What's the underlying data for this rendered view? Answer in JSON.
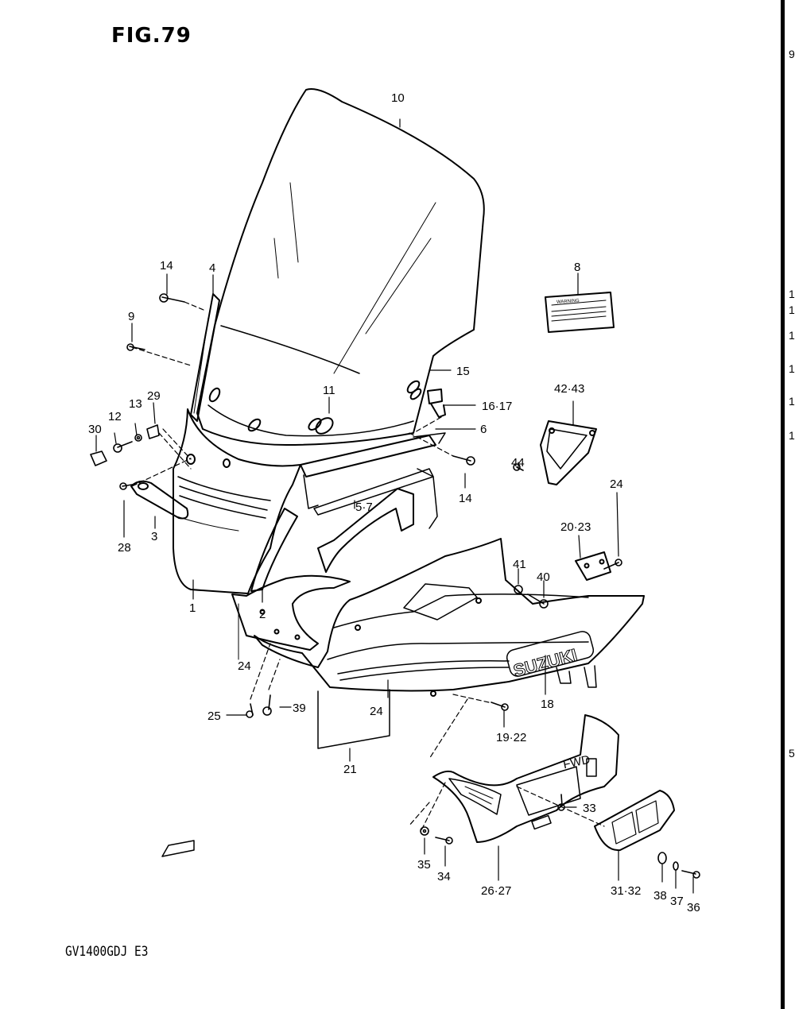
{
  "figure": {
    "title": "FIG.79",
    "model_code": "GV1400GDJ E3",
    "fwd_label": "FWD",
    "logo_text": "SUZUKI",
    "warning_label_text": "WARNING"
  },
  "callouts": [
    "10",
    "14",
    "4",
    "9",
    "8",
    "15",
    "11",
    "16·17",
    "6",
    "42·43",
    "13",
    "29",
    "12",
    "30",
    "44",
    "14",
    "24",
    "20·23",
    "5·7",
    "3",
    "28",
    "41",
    "40",
    "1",
    "2",
    "18",
    "25",
    "39",
    "24",
    "19·22",
    "24",
    "21",
    "35",
    "34",
    "33",
    "26·27",
    "31·32",
    "38",
    "37",
    "36"
  ],
  "edge_glyphs": [
    "9",
    "1",
    "1",
    "1",
    "1",
    "1",
    "1",
    "5"
  ]
}
